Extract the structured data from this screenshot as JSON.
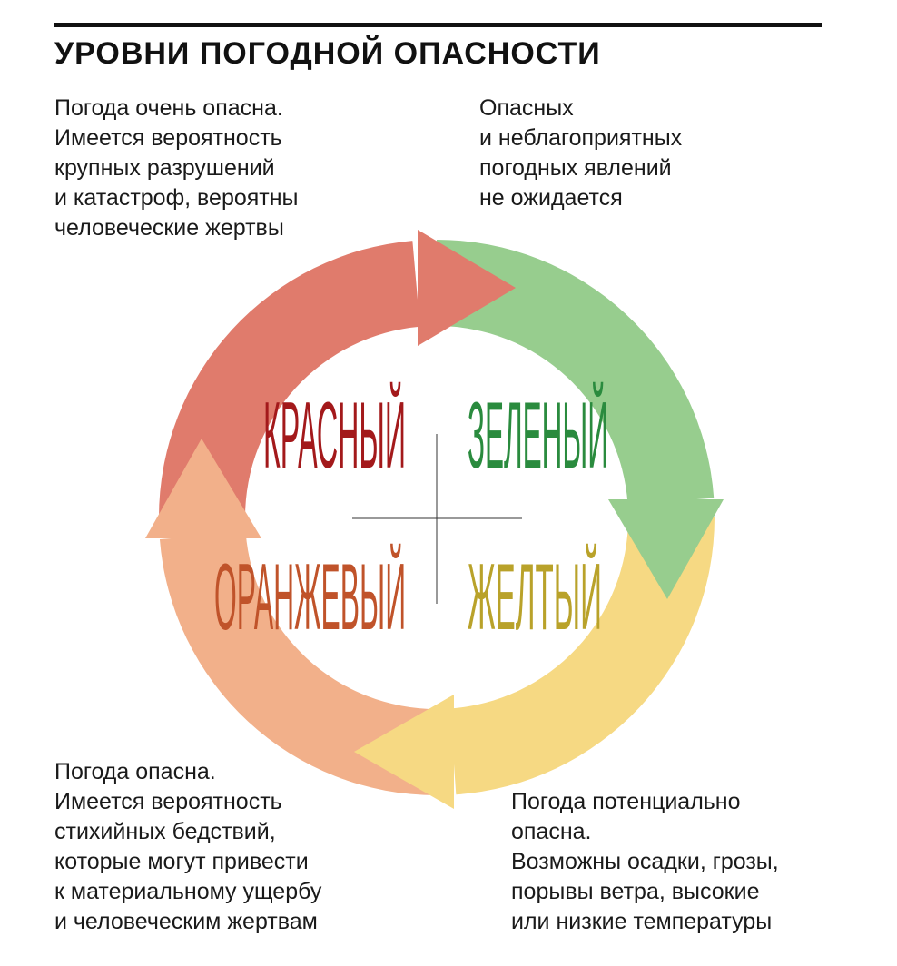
{
  "title": "УРОВНИ ПОГОДНОЙ ОПАСНОСТИ",
  "levels": {
    "red": {
      "label": "КРАСНЫЙ",
      "text_color": "#a3191b",
      "arrow_color": "#e07b6c",
      "description": [
        "Погода очень опасна.",
        "Имеется вероятность",
        "крупных разрушений",
        "и катастроф, вероятны",
        "человеческие жертвы"
      ]
    },
    "green": {
      "label": "ЗЕЛЕНЫЙ",
      "text_color": "#2a8b3e",
      "arrow_color": "#97cd8e",
      "description": [
        "Опасных",
        "и неблагоприятных",
        "погодных явлений",
        "не ожидается"
      ]
    },
    "yellow": {
      "label": "ЖЕЛТЫЙ",
      "text_color": "#b9a22a",
      "arrow_color": "#f6d983",
      "description": [
        "Погода потенциально",
        "опасна.",
        "Возможны осадки, грозы,",
        "порывы ветра, высокие",
        "или низкие температуры"
      ]
    },
    "orange": {
      "label": "ОРАНЖЕВЫЙ",
      "text_color": "#c0532a",
      "arrow_color": "#f2b08a",
      "description": [
        "Погода опасна.",
        "Имеется вероятность",
        "стихийных бедствий,",
        "которые могут привести",
        "к материальному ущербу",
        "и человеческим жертвам"
      ]
    }
  }
}
